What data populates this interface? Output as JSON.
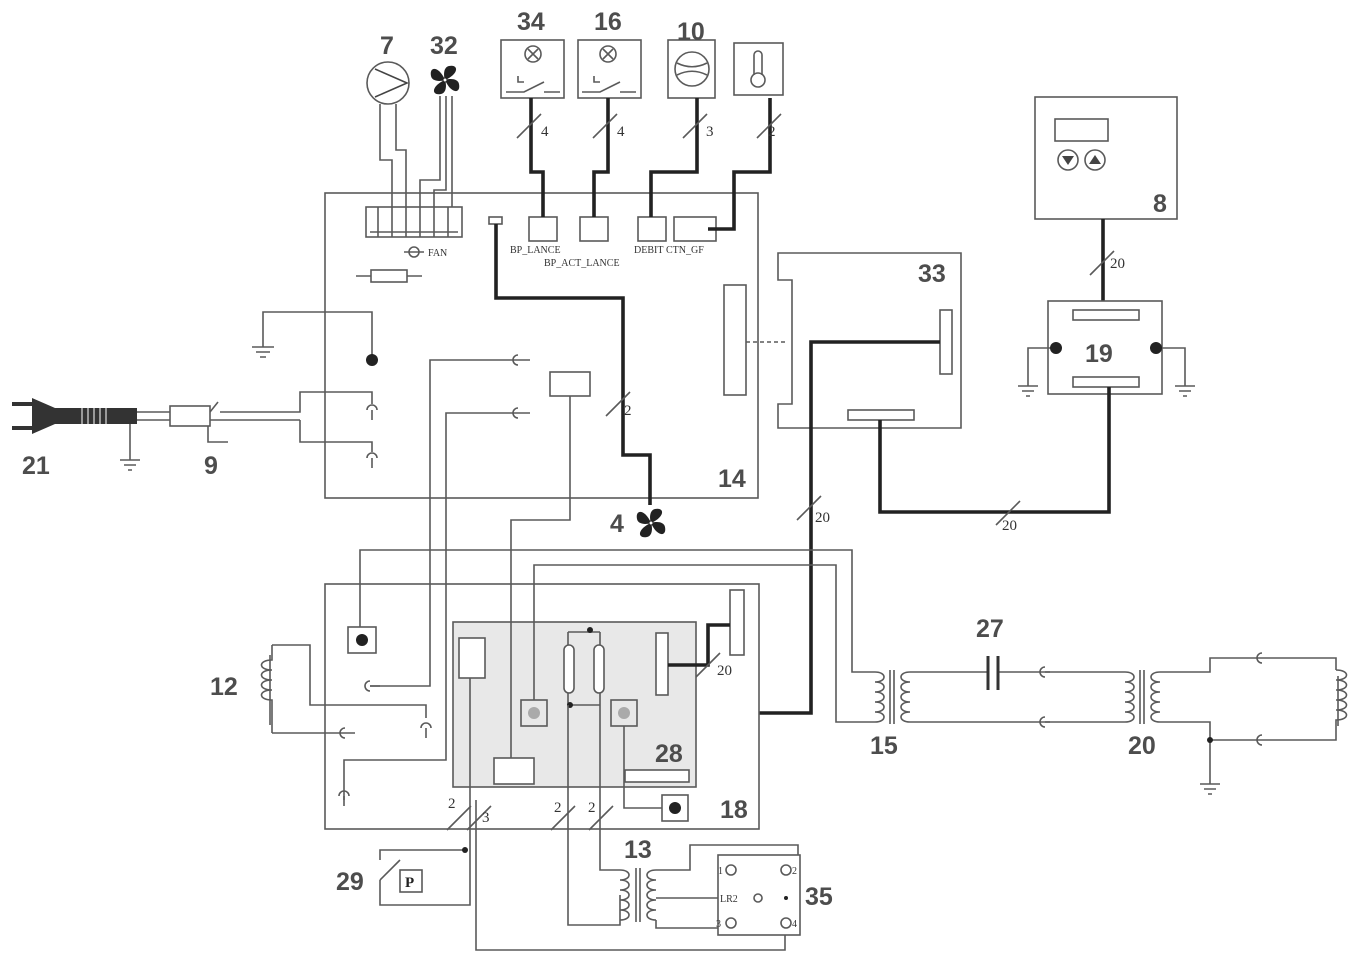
{
  "labels": {
    "n34": "34",
    "n16": "16",
    "n10": "10",
    "n7": "7",
    "n32": "32",
    "n8": "8",
    "n33": "33",
    "n19": "19",
    "n14": "14",
    "n4": "4",
    "n21": "21",
    "n9": "9",
    "n12": "12",
    "n18": "18",
    "n28": "28",
    "n15": "15",
    "n20": "20",
    "n27": "27",
    "n13": "13",
    "n29": "29",
    "n35": "35"
  },
  "wire_counts": {
    "w34": "4",
    "w16": "4",
    "w10": "3",
    "wtemp": "2",
    "w8": "20",
    "wfan4": "2",
    "w33": "20",
    "w19": "20",
    "w18": "20",
    "wb1": "2",
    "wb2": "3",
    "wb3": "2",
    "wb4": "2"
  },
  "board_text": {
    "fan": "FAN",
    "bp_lance": "BP_LANCE",
    "bp_act_lance": "BP_ACT_LANCE",
    "debit": "DEBIT",
    "ctn_gf": "CTN_GF"
  },
  "pressure_switch": "P",
  "relay_pins": {
    "p1": "1",
    "p2": "2",
    "p3": "3",
    "p4": "4",
    "mid": "LR2"
  }
}
